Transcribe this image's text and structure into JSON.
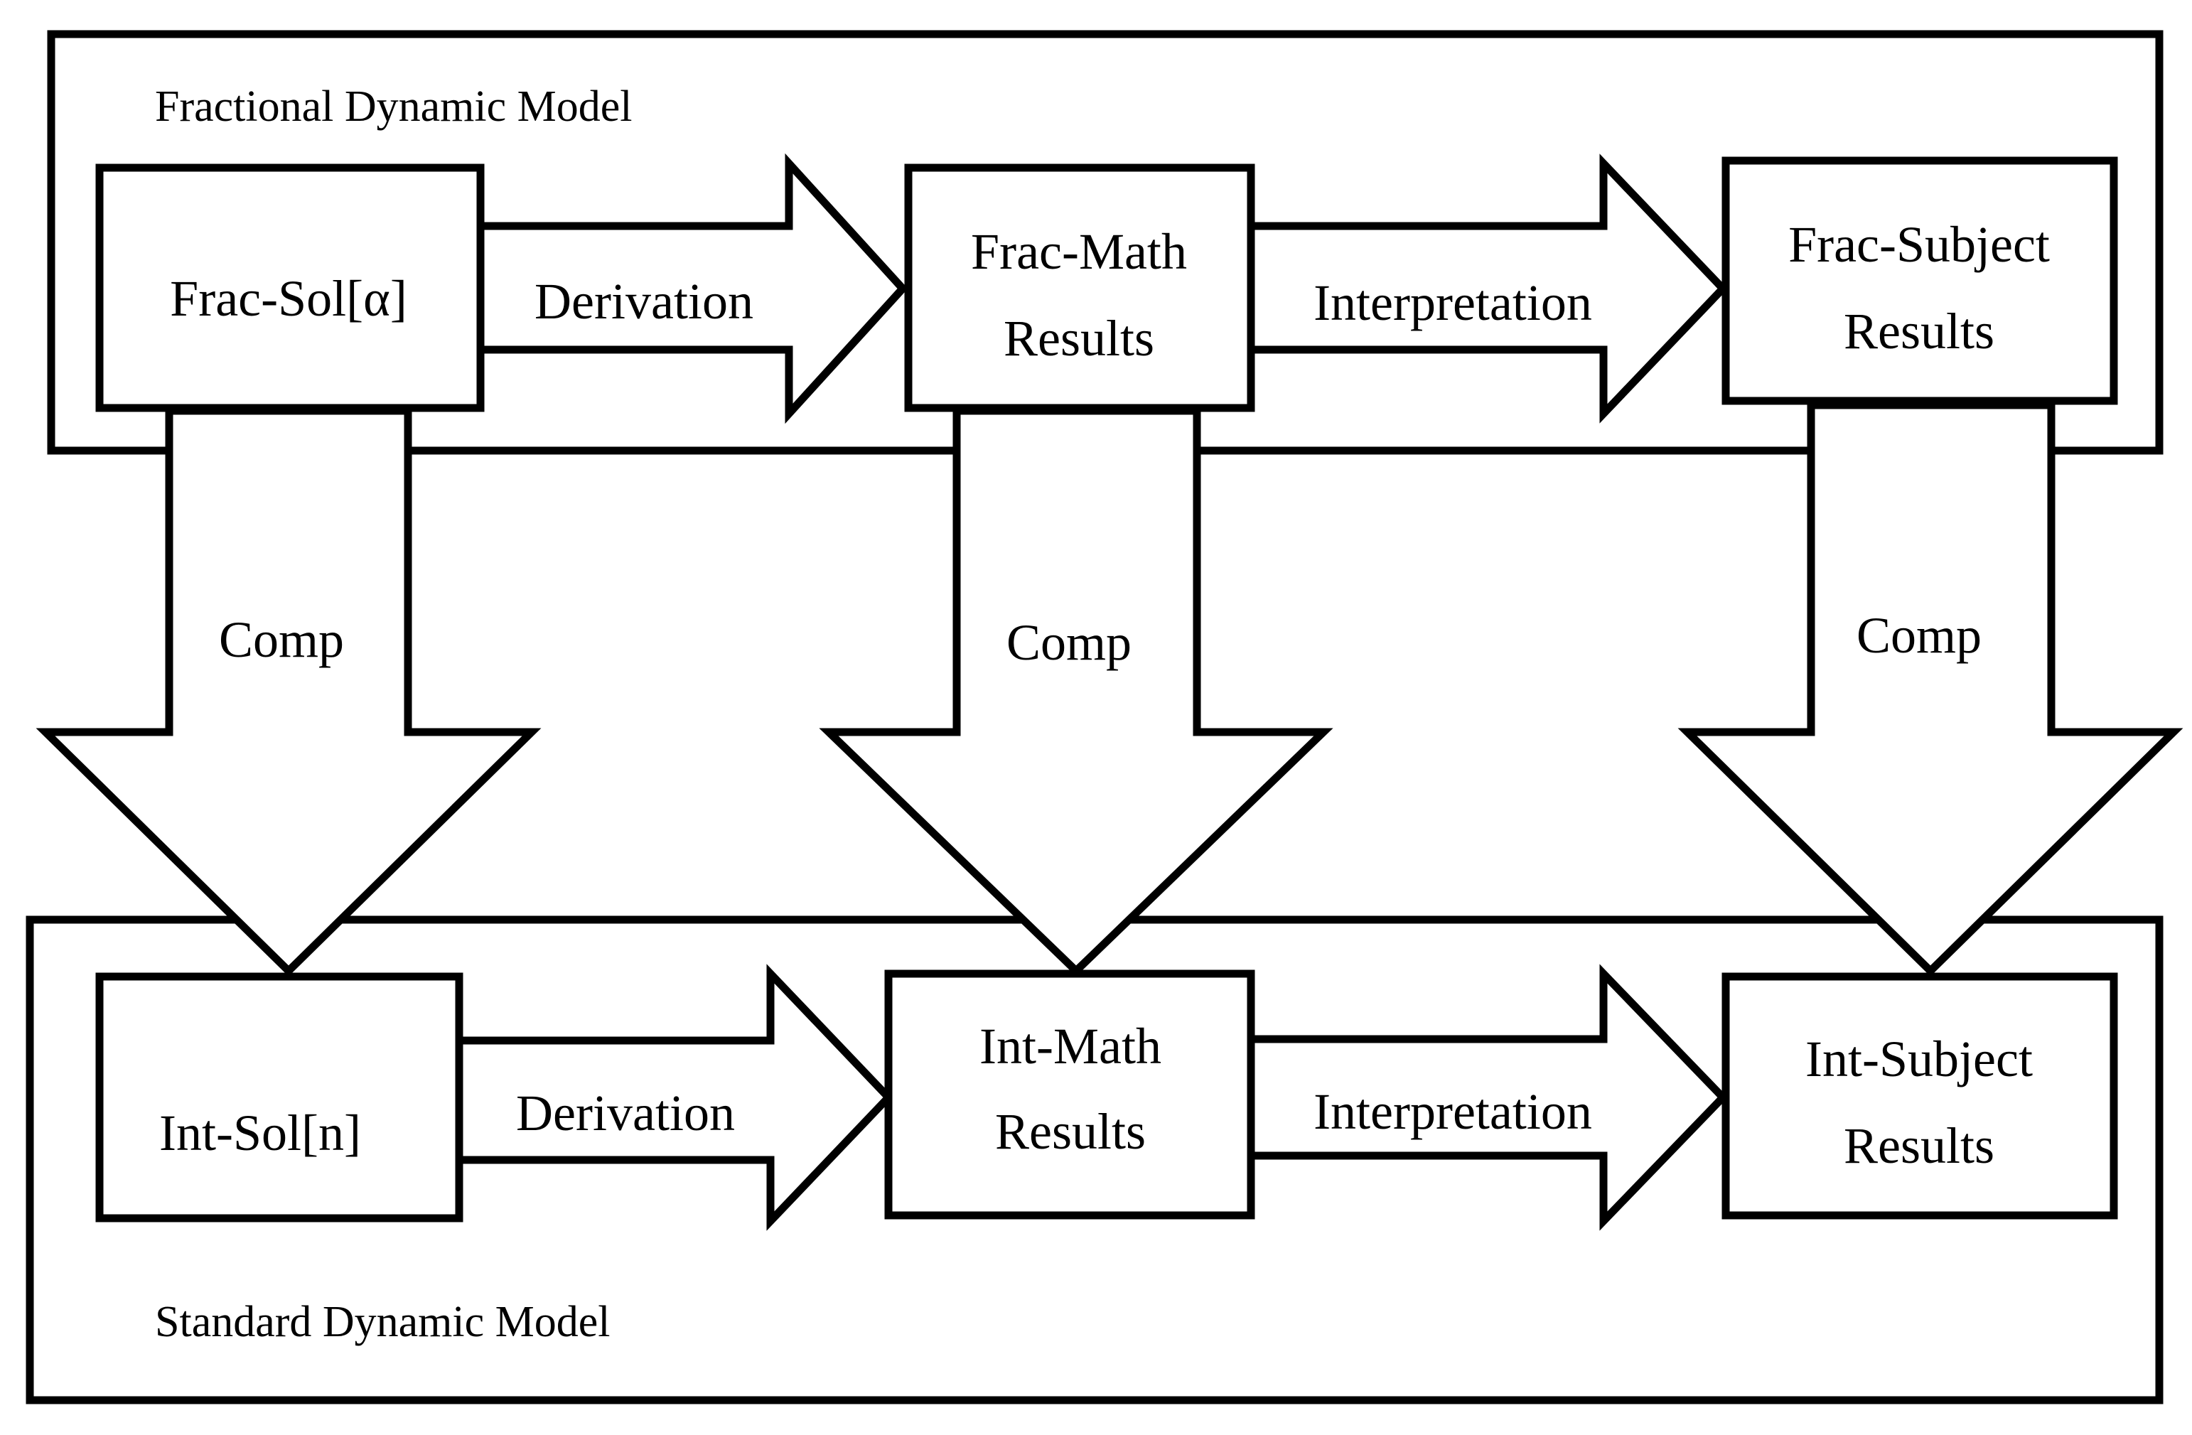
{
  "groups": {
    "fractional": "Fractional Dynamic Model",
    "standard": "Standard Dynamic Model"
  },
  "boxes": {
    "frac_sol": [
      "Frac-Sol[α]"
    ],
    "frac_math": [
      "Frac-Math",
      "Results"
    ],
    "frac_subject": [
      "Frac-Subject",
      "Results"
    ],
    "int_sol": [
      "Int-Sol[n]"
    ],
    "int_math": [
      "Int-Math",
      "Results"
    ],
    "int_subject": [
      "Int-Subject",
      "Results"
    ]
  },
  "arrows": {
    "derivation": "Derivation",
    "interpretation": "Interpretation",
    "comp": "Comp"
  }
}
